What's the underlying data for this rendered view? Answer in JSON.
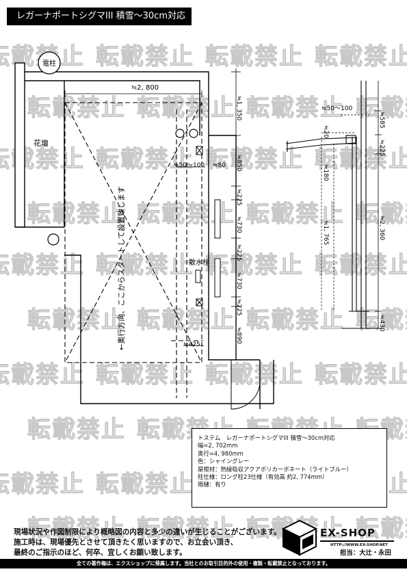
{
  "title": "レガーナポートシグマIII 積雪～30cm対応",
  "watermark_text": "転載禁止",
  "plan": {
    "utility_pole": "電柱",
    "flower_bed": "花壇",
    "hydrant": "散水栓",
    "vertical_note": "←奥行方向、ここからスタートして設置致します",
    "dimensions": {
      "width": "≒2, 800",
      "top_gap": "≒1, 350",
      "d_850": "≒850",
      "d_225a": "≒225",
      "d_730a": "≒730",
      "d_225b": "≒225",
      "d_730b": "≒730",
      "d_225c": "≒225",
      "d_890": "≒890",
      "offset_50_100": "≒50～100",
      "d_80": "≒80",
      "d_425": "≒425"
    }
  },
  "elevation": {
    "offset_50_100": "≒50～100",
    "d_20": "≒20",
    "d_180": "≒180",
    "d_1765": "≒1, 765",
    "d_585": "≒585",
    "d_225": "≒225",
    "d_2360": "≒2, 360",
    "d_430": "≒430"
  },
  "spec": {
    "product": "トステム　レガーナポートシグマIII 積雪～30cm対応",
    "width": "幅=2, 702mm",
    "depth": "奥行=4, 980mm",
    "color": "色：シャイングレー",
    "roof": "屋根材：熱線吸収アクアポリカーボネート（ライトブルー）",
    "post": "柱仕様：ロング柱23仕様（有効高 約2, 774mm）",
    "gutter": "雨樋：有り"
  },
  "notes": {
    "line1": "現場状況や作図制限により概略図の内容と多少の違いが生じることがございます。",
    "line2": "施工時は、現場優先とさせて頂きたく思いますので、お立会い頂き、",
    "line3": "最終のご指示のほど、何卒、宜しくお願い致します。"
  },
  "brand": {
    "name": "EX-SHOP",
    "url": "HTTP://WWW.EX-SHOP.NET",
    "staff": "担当：大辻・永田"
  },
  "footer": "全ての著作権は、エクスショップに帰属します。当社とのお取引目的外の使用・複製・転載禁止となっております。"
}
